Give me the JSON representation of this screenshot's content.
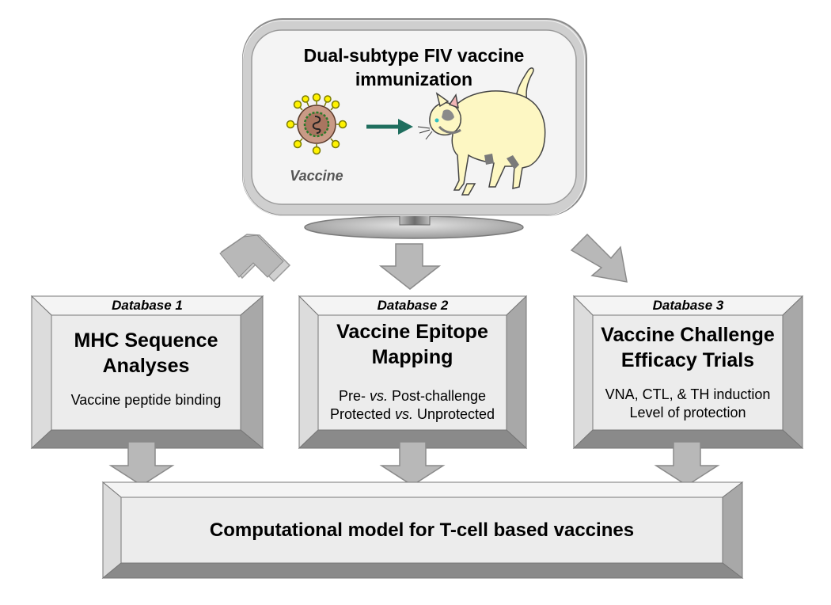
{
  "monitor": {
    "title_line1": "Dual-subtype FIV vaccine",
    "title_line2": "immunization",
    "vaccine_label": "Vaccine"
  },
  "databases": [
    {
      "label": "Database 1",
      "title_line1": "MHC Sequence",
      "title_line2": "Analyses",
      "body_line1": "Vaccine peptide binding",
      "body_line2": ""
    },
    {
      "label": "Database 2",
      "title_line1": "Vaccine Epitope",
      "title_line2": "Mapping",
      "body_line1_pre": "Pre- ",
      "body_line1_em": "vs.",
      "body_line1_post": " Post-challenge",
      "body_line2_pre": "Protected ",
      "body_line2_em": "vs.",
      "body_line2_post": " Unprotected"
    },
    {
      "label": "Database 3",
      "title_line1": "Vaccine Challenge",
      "title_line2": "Efficacy Trials",
      "body_line1": "VNA, CTL, & TH induction",
      "body_line2": "Level of protection"
    }
  ],
  "model": {
    "label": "Computational model for T-cell based vaccines"
  },
  "colors": {
    "panel_face": "#ececec",
    "bevel_light": "#f4f4f4",
    "bevel_dark": "#8a8a8a",
    "arrow_fill": "#b8b8b8",
    "teal_arrow": "#1f6e5e",
    "cat_body": "#fdf7c3"
  }
}
